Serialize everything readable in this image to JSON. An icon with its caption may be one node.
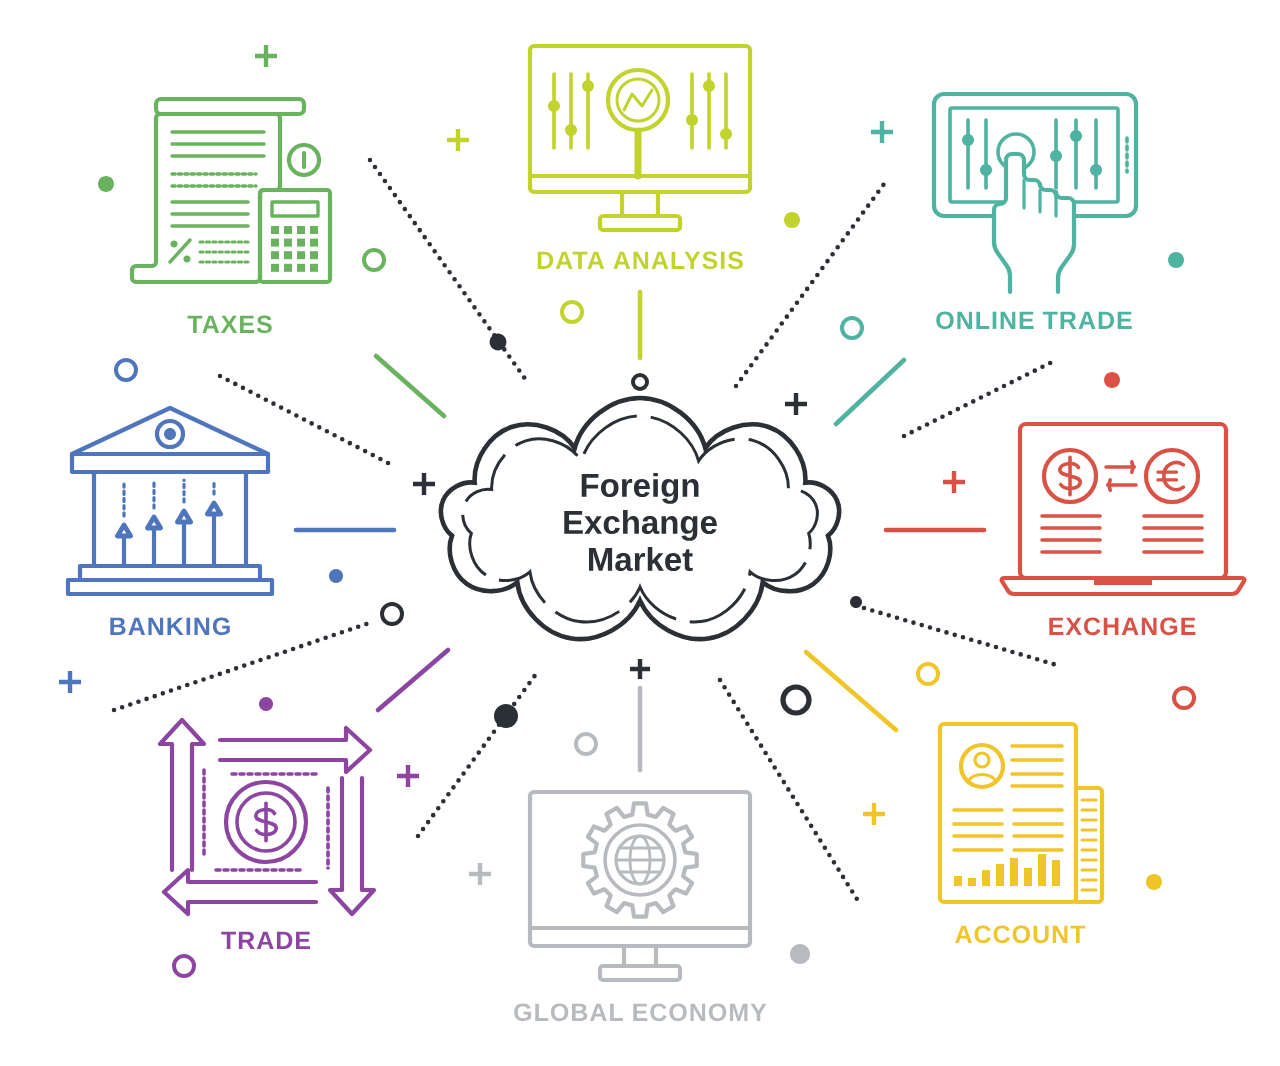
{
  "diagram": {
    "nodes": [
      {
        "text": [
          "TAXES"
        ]
      },
      {
        "text": [
          "DATA ANALYSIS"
        ]
      },
      {
        "text": [
          "ONLINE TRADE"
        ]
      },
      {
        "text": [
          "BANKING"
        ]
      },
      {
        "text": [
          "Foreign Exchange Market"
        ]
      },
      {
        "text": [
          "EXCHANGE"
        ]
      },
      {
        "text": [
          "TRADE"
        ]
      },
      {
        "text": [
          "GLOBAL ECONOMY"
        ]
      },
      {
        "text": [
          "ACCOUNT"
        ]
      }
    ],
    "edges": [
      {
        "from": 4,
        "to": 0,
        "arrow": "none",
        "color": "#6ab35e"
      },
      {
        "from": 4,
        "to": 1,
        "arrow": "none",
        "color": "#c2d32e"
      },
      {
        "from": 4,
        "to": 2,
        "arrow": "none",
        "color": "#4fb3a1"
      },
      {
        "from": 4,
        "to": 3,
        "arrow": "none",
        "color": "#4f76bc"
      },
      {
        "from": 4,
        "to": 5,
        "arrow": "none",
        "color": "#da5145"
      },
      {
        "from": 4,
        "to": 6,
        "arrow": "none",
        "color": "#8d45a2"
      },
      {
        "from": 4,
        "to": 7,
        "arrow": "none",
        "color": "#b7bbbf"
      },
      {
        "from": 4,
        "to": 8,
        "arrow": "none",
        "color": "#f0c52a"
      }
    ]
  }
}
